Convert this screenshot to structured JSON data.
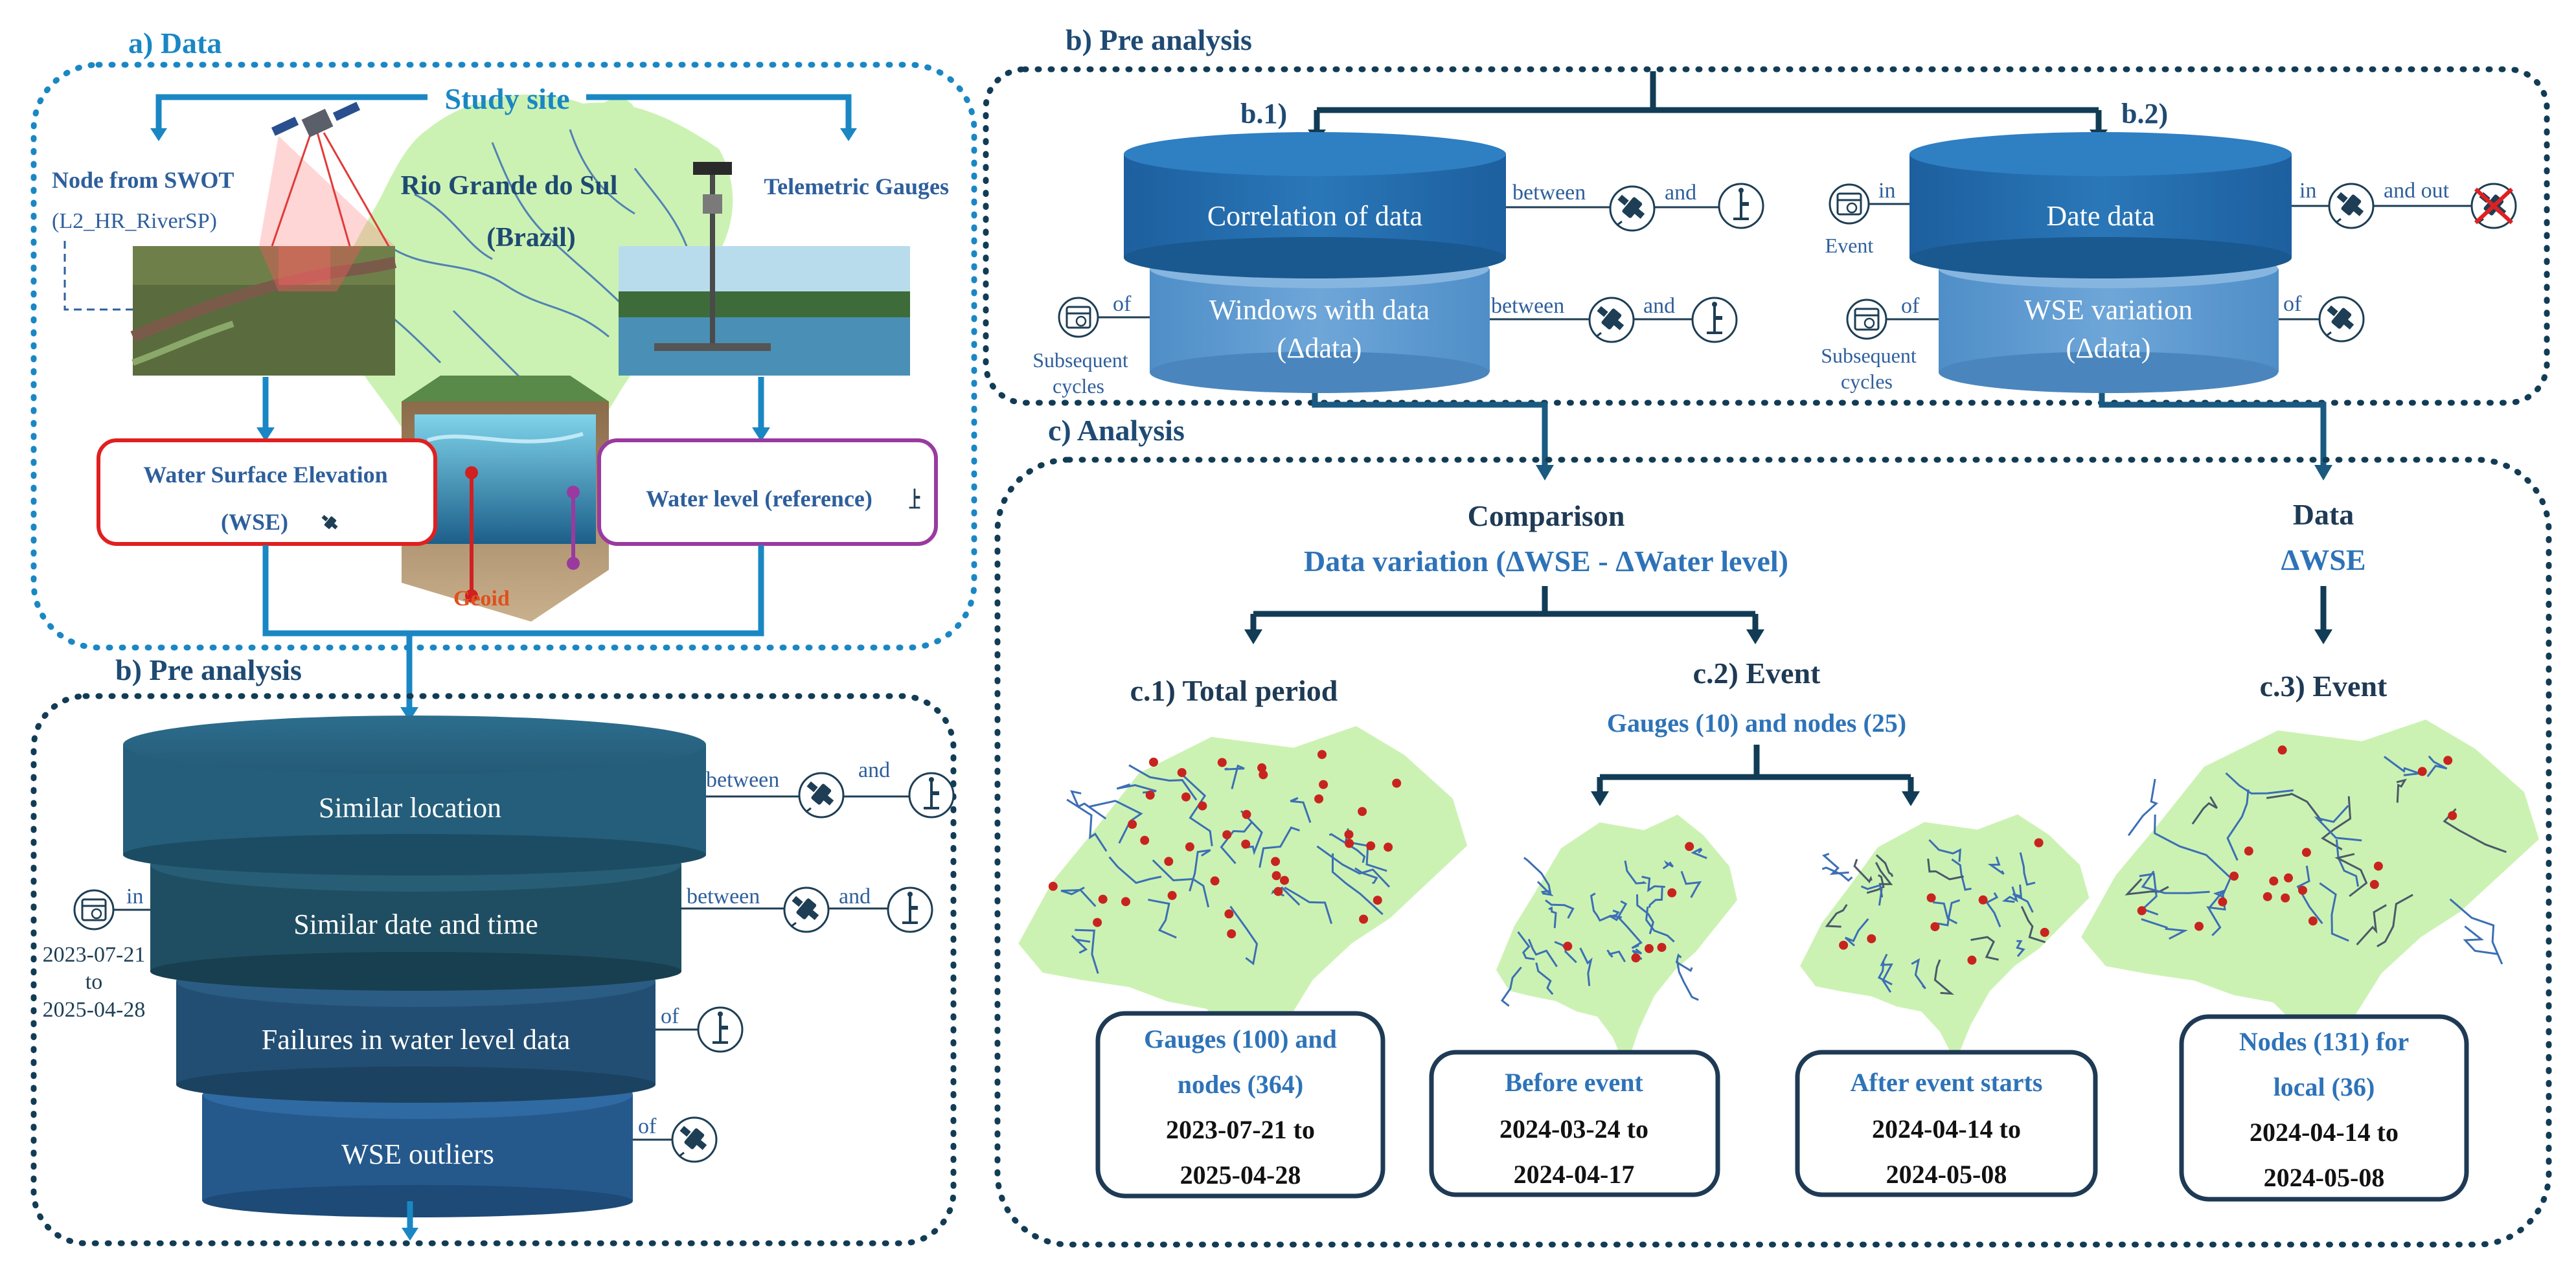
{
  "sections": {
    "a_data": "a) Data",
    "b_pre_top": "b) Pre analysis",
    "b_pre_bottom": "b) Pre analysis",
    "c_analysis": "c) Analysis"
  },
  "study": {
    "title": "Study site",
    "region": "Rio Grande do Sul",
    "country": "(Brazil)",
    "swot_node": "Node from SWOT",
    "swot_product": "(L2_HR_RiverSP)",
    "gauges": "Telemetric Gauges",
    "wse_box_line1": "Water Surface Elevation",
    "wse_box_line2": "(WSE)",
    "wl_box": "Water level (reference)",
    "geoid": "Geoid"
  },
  "funnel": {
    "layers": [
      "Similar location",
      "Similar date and time",
      "Failures in water level data",
      "WSE outliers"
    ],
    "between1": "between",
    "and1": "and",
    "between2": "between",
    "and2": "and",
    "in_label": "in",
    "date_start": "2023-07-21",
    "to": "to",
    "date_end": "2025-04-28",
    "of1": "of",
    "of2": "of"
  },
  "pre_top": {
    "b1": "b.1)",
    "b2": "b.2)",
    "corr": "Correlation of data",
    "windows_line1": "Windows with data",
    "windows_line2": "(Δdata)",
    "date_data": "Date data",
    "wse_var_line1": "WSE variation",
    "wse_var_line2": "(Δdata)",
    "between_a": "between",
    "and_a": "and",
    "between_b": "between",
    "and_b": "and",
    "of_a": "of",
    "subsequent_a": "Subsequent",
    "cycles_a": "cycles",
    "in_b": "in",
    "event_b": "Event",
    "in_out": "in",
    "and_out": "and out",
    "of_b": "of",
    "subsequent_b": "Subsequent",
    "cycles_b": "cycles",
    "of_c": "of"
  },
  "analysis": {
    "comparison": "Comparison",
    "variation": "Data variation (ΔWSE - ΔWater level)",
    "data": "Data",
    "dwse": "ΔWSE",
    "c1": "c.1) Total period",
    "c2": "c.2) Event",
    "c2_sub": "Gauges (10) and nodes (25)",
    "c3": "c.3) Event",
    "box1_l1": "Gauges (100) and",
    "box1_l2": "nodes (364)",
    "box1_l3": "2023-07-21 to",
    "box1_l4": "2025-04-28",
    "box2_l1": "Before event",
    "box2_l2": "2024-03-24 to",
    "box2_l3": "2024-04-17",
    "box3_l1": "After event starts",
    "box3_l2": "2024-04-14 to",
    "box3_l3": "2024-05-08",
    "box4_l1": "Nodes (131) for",
    "box4_l2": "local (36)",
    "box4_l3": "2024-04-14 to",
    "box4_l4": "2024-05-08"
  },
  "colors": {
    "section_blue": "#1a87c4",
    "dark_navy": "#123c55",
    "text_blue": "#2e5f9c",
    "map_green": "#ccf2b3",
    "river_blue": "#3c6fb5",
    "dot_red": "#c8241f",
    "wse_red": "#e02020",
    "wl_purple": "#9a3aa0"
  },
  "icons": [
    "satellite-icon",
    "gauge-icon",
    "calendar-icon",
    "no-satellite-icon",
    "water-block-icon",
    "sat-photo-icon",
    "gauge-photo-icon"
  ]
}
